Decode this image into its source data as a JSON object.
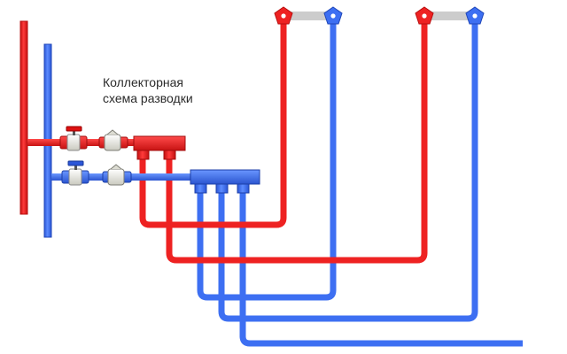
{
  "caption": {
    "line1": "Коллекторная",
    "line2": "схема разводки"
  },
  "colors": {
    "supply": "#ee2222",
    "supply_dark": "#b80f0f",
    "return": "#3d6ff2",
    "return_dark": "#1f46b8",
    "connector": "#cccccc",
    "valve_body": "#e8e8e0"
  },
  "elements": {
    "risers": [
      "supply-riser",
      "return-riser"
    ],
    "supply_line_fittings": [
      "ball-valve",
      "check-valve",
      "supply-manifold"
    ],
    "return_line_fittings": [
      "ball-valve",
      "check-valve",
      "return-manifold"
    ],
    "radiators": [
      {
        "id": "radiator-1",
        "supply_icon": "pentagon-icon",
        "return_icon": "pentagon-icon"
      },
      {
        "id": "radiator-2",
        "supply_icon": "pentagon-icon",
        "return_icon": "pentagon-icon"
      }
    ],
    "outlet": "return-outlet-pipe"
  }
}
